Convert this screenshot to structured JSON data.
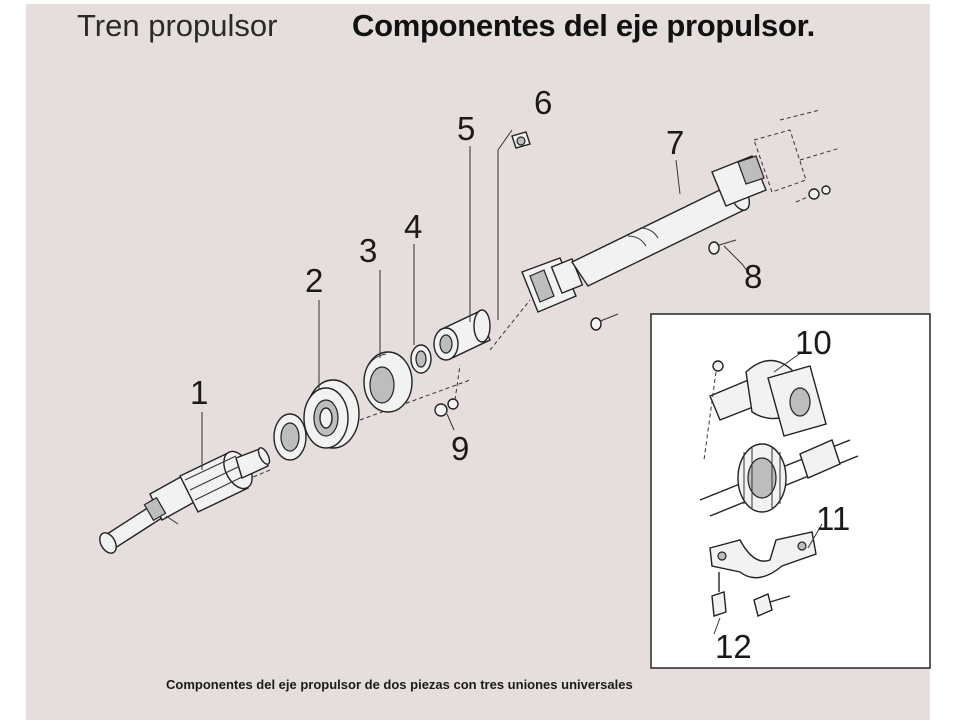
{
  "header": {
    "section_title": "Tren propulsor",
    "main_title": "Componentes del eje propulsor."
  },
  "caption": "Componentes del eje propulsor de dos piezas con tres uniones universales",
  "callouts": [
    {
      "id": "1",
      "label": "1"
    },
    {
      "id": "2",
      "label": "2"
    },
    {
      "id": "3",
      "label": "3"
    },
    {
      "id": "4",
      "label": "4"
    },
    {
      "id": "5",
      "label": "5"
    },
    {
      "id": "6",
      "label": "6"
    },
    {
      "id": "7",
      "label": "7"
    },
    {
      "id": "8",
      "label": "8"
    },
    {
      "id": "9",
      "label": "9"
    },
    {
      "id": "10",
      "label": "10"
    },
    {
      "id": "11",
      "label": "11"
    },
    {
      "id": "12",
      "label": "12"
    }
  ],
  "colors": {
    "paper": "#e6dedd",
    "ink": "#1a1a1a",
    "inset_background": "#ffffff"
  }
}
